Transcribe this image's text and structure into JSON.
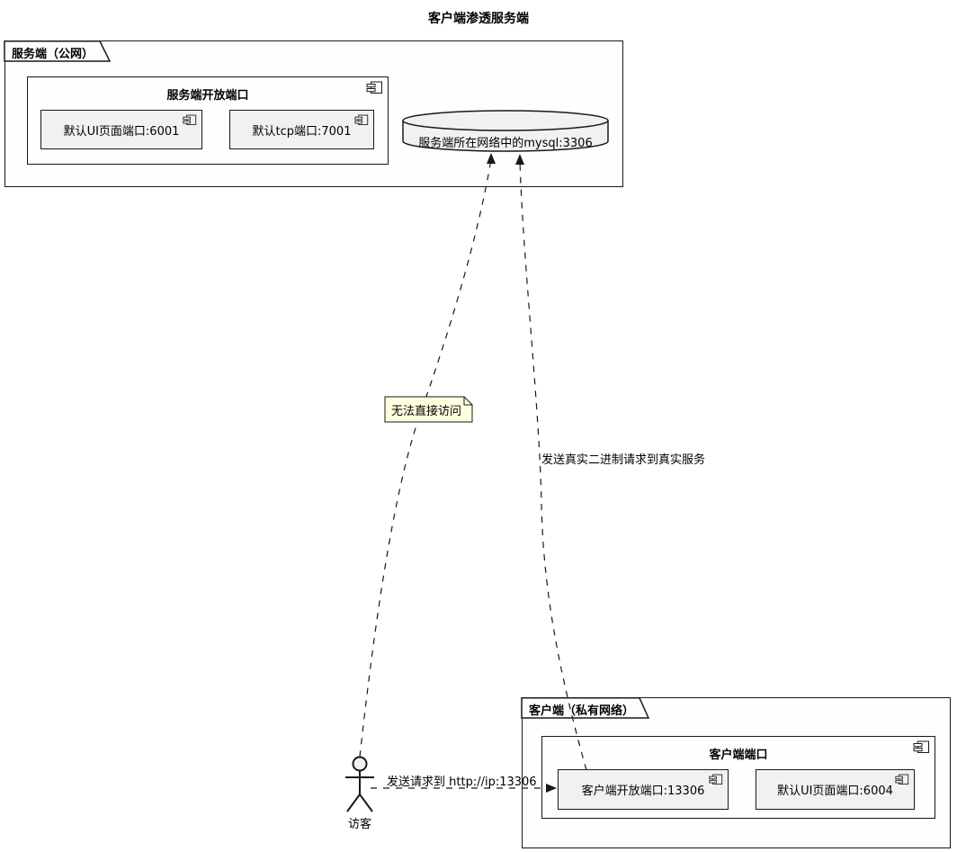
{
  "title": "客户端渗透服务端",
  "server_package": {
    "label": "服务端（公网）",
    "ports": {
      "title": "服务端开放端口",
      "items": [
        {
          "label": "默认UI页面端口:6001"
        },
        {
          "label": "默认tcp端口:7001"
        }
      ]
    },
    "database": {
      "label": "服务端所在网络中的mysql:3306"
    }
  },
  "client_package": {
    "label": "客户端（私有网络）",
    "ports": {
      "title": "客户端端口",
      "items": [
        {
          "label": "客户端开放端口:13306"
        },
        {
          "label": "默认UI页面端口:6004"
        }
      ]
    }
  },
  "note": {
    "text": "无法直接访问"
  },
  "actor": {
    "label": "访客"
  },
  "edges": {
    "visitor_request": {
      "label": "发送请求到 http://ip:13306"
    },
    "binary_forward": {
      "label": "发送真实二进制请求到真实服务"
    }
  },
  "icons": {
    "component": "uml-component-icon"
  },
  "colors": {
    "border": "#181818",
    "component_fill": "#F1F1F1",
    "container_fill": "#FEFEFE",
    "note_fill": "#FEFFDD"
  }
}
